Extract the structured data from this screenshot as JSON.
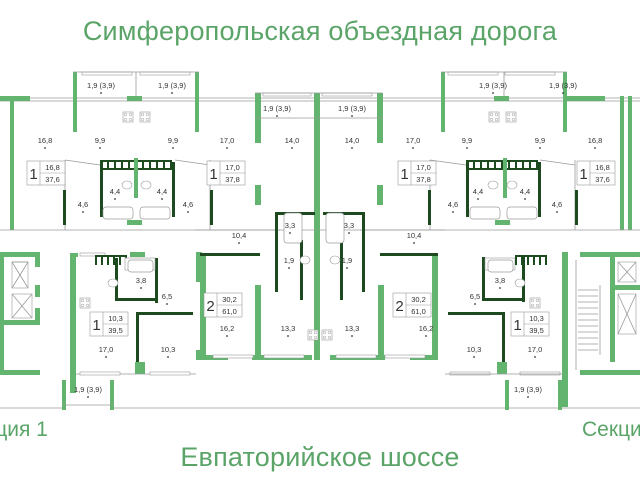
{
  "labels": {
    "top_road": "Симферопольская объездная дорога",
    "bottom_road": "Евпаторийское шоссе",
    "section_1": "кция 1",
    "section_2": "Секци"
  },
  "colors": {
    "wall_green": "#62b46f",
    "text_green": "#5aa468",
    "inner_wall": "#1d4a1f",
    "thin_line": "#9a9a9a"
  },
  "apartments": [
    {
      "id": "a1",
      "rooms": "1",
      "living": "16,8",
      "total": "37,6"
    },
    {
      "id": "a2",
      "rooms": "1",
      "living": "17,0",
      "total": "37,8"
    },
    {
      "id": "a3",
      "rooms": "1",
      "living": "17,0",
      "total": "37,8"
    },
    {
      "id": "a4",
      "rooms": "1",
      "living": "16,8",
      "total": "37,6"
    },
    {
      "id": "a5",
      "rooms": "1",
      "living": "10,3",
      "total": "39,5"
    },
    {
      "id": "a6",
      "rooms": "2",
      "living": "30,2",
      "total": "61,0"
    },
    {
      "id": "a7",
      "rooms": "2",
      "living": "30,2",
      "total": "61,0"
    },
    {
      "id": "a8",
      "rooms": "1",
      "living": "10,3",
      "total": "39,5"
    }
  ],
  "room_areas": {
    "top": [
      "1,9 (3,9)",
      "1,9 (3,9)",
      "1,9 (3,9)",
      "1,9 (3,9)",
      "1,9 (3,9)",
      "1,9 (3,9)",
      "16,8",
      "9,9",
      "9,9",
      "17,0",
      "14,0",
      "14,0",
      "17,0",
      "9,9",
      "9,9",
      "16,8",
      "4,4",
      "4,4",
      "4,4",
      "4,4",
      "4,6",
      "4,6",
      "4,6",
      "4,6"
    ],
    "middle": [
      "10,4",
      "10,4",
      "3,3",
      "3,3",
      "1,9",
      "1,9"
    ],
    "bottom": [
      "3,8",
      "3,8",
      "6,5",
      "6,5",
      "16,2",
      "16,2",
      "13,3",
      "13,3",
      "10,3",
      "10,3",
      "17,0",
      "17,0",
      "1,9 (3,9)",
      "1,9 (3,9)"
    ]
  }
}
